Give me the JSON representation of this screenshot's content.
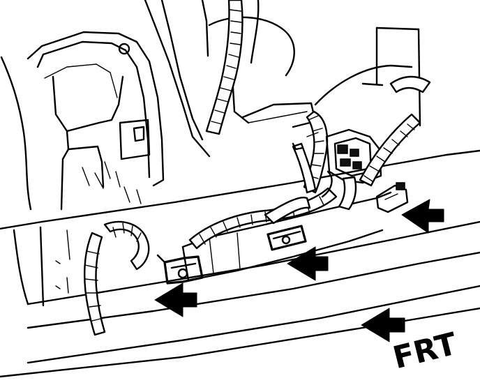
{
  "diagram": {
    "direction_label": "FRT",
    "colors": {
      "line": "#000000",
      "background": "#ffffff"
    },
    "arrows": [
      {
        "name": "arrow-rear-fastener",
        "icon": "solid-arrow"
      },
      {
        "name": "arrow-middle-fastener",
        "icon": "solid-arrow"
      },
      {
        "name": "arrow-front-fastener",
        "icon": "solid-arrow"
      },
      {
        "name": "arrow-front-direction",
        "icon": "solid-arrow"
      }
    ]
  }
}
